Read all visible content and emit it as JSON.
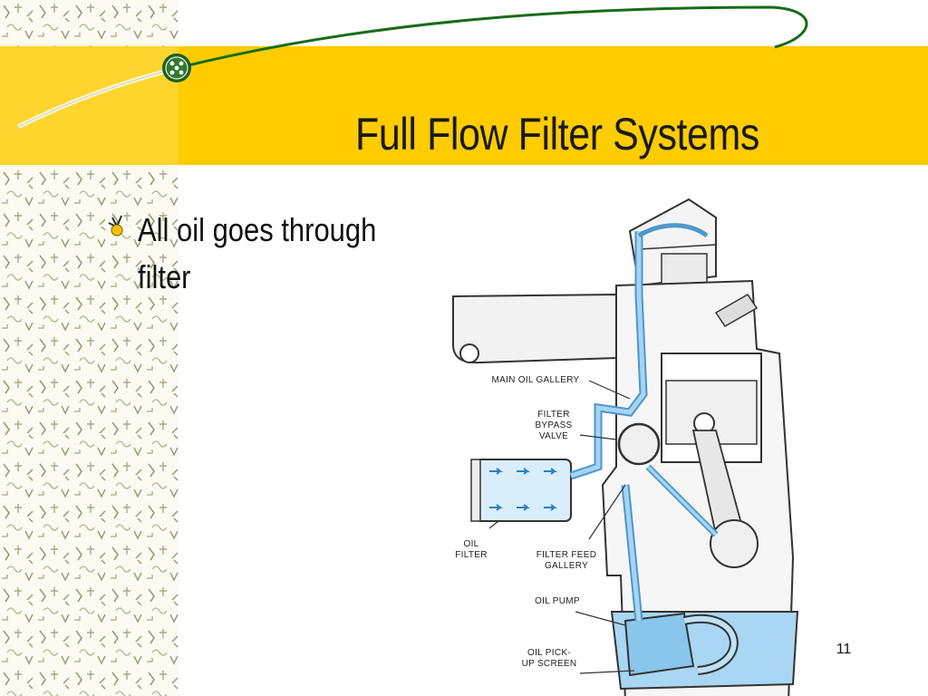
{
  "slide": {
    "title": "Full Flow Filter Systems",
    "page_number": "11"
  },
  "bullets": [
    {
      "text": "All oil goes through filter"
    }
  ],
  "figure": {
    "labels": {
      "main_oil_gallery": "MAIN OIL GALLERY",
      "filter_bypass_valve": "FILTER BYPASS VALVE",
      "oil_filter": "OIL FILTER",
      "filter_feed_gallery": "FILTER FEED GALLERY",
      "oil_pump": "OIL PUMP",
      "oil_pickup_screen": "OIL PICK-UP SCREEN"
    }
  },
  "colors": {
    "title_band": "#ffcc00",
    "sidebar_pattern": "#8a8a6a",
    "swoosh": "#1a6b1a",
    "oil_flow": "#6fb6e6",
    "engine_outline": "#333333"
  },
  "icons": {
    "logo": "green-circle-dot-logo",
    "bullet": "yellow-sprout-bullet-icon"
  }
}
